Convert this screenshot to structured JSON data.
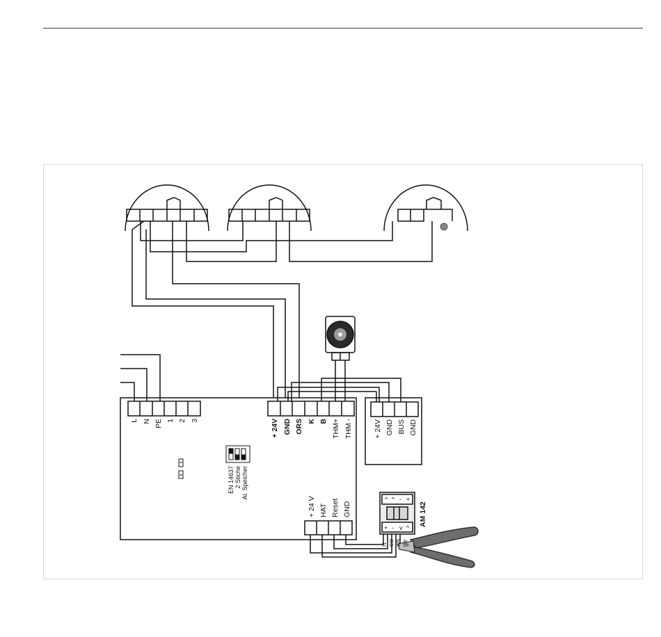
{
  "mains_terminals": [
    "L",
    "N",
    "PE",
    "1",
    "2",
    "3"
  ],
  "control_terminals": [
    {
      "label": "+ 24V",
      "bold": true
    },
    {
      "label": "GND",
      "bold": true
    },
    {
      "label": "ORS",
      "bold": true
    },
    {
      "label": "K",
      "bold": true
    },
    {
      "label": "B",
      "bold": true
    },
    {
      "label": "THM+",
      "bold": false
    },
    {
      "label": "THM -",
      "bold": false
    }
  ],
  "bus_terminals": [
    "+ 24V",
    "GND",
    "BUS",
    "GND"
  ],
  "alarm_terminals": [
    "+ 24 V",
    "HAT",
    "Reset",
    "GND"
  ],
  "dip_switch_caption": [
    "EN 14637",
    "2 Stiche",
    "Al. Speicher"
  ],
  "module": {
    "name": "AM 142",
    "top_symbols": [
      "^",
      "^",
      "-",
      "+"
    ],
    "bottom_symbols": [
      "+",
      "-",
      "v",
      "^"
    ]
  },
  "wire_colors": [
    "rt",
    "sw",
    "ws",
    "ge"
  ]
}
